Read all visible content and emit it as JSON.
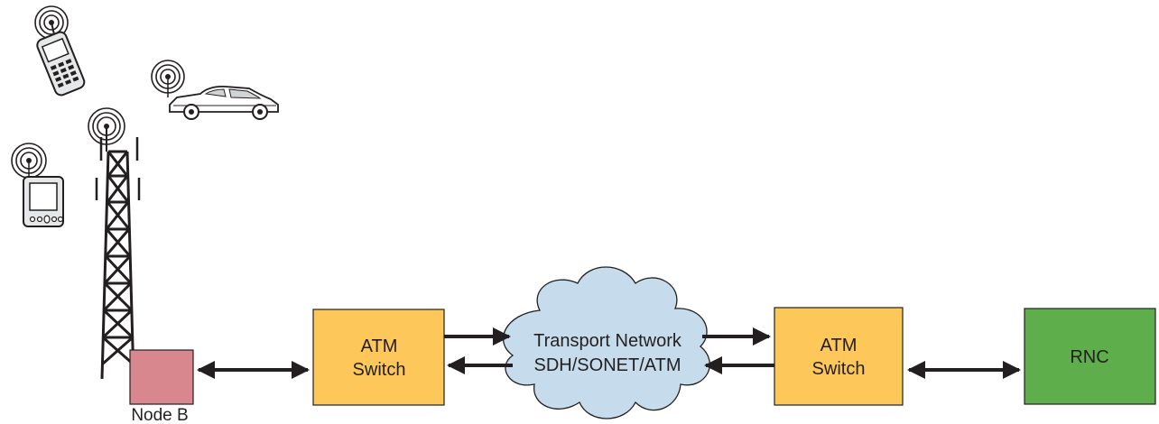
{
  "nodes": {
    "node_b": {
      "label": "Node B",
      "color": "#d8878f"
    },
    "atm_switch_left": {
      "line1": "ATM",
      "line2": "Switch",
      "color": "#fdc75a"
    },
    "transport_network": {
      "line1": "Transport Network",
      "line2": "SDH/SONET/ATM",
      "color": "#c6dcec"
    },
    "atm_switch_right": {
      "line1": "ATM",
      "line2": "Switch",
      "color": "#fdc75a"
    },
    "rnc": {
      "label": "RNC",
      "color": "#5fae4c"
    }
  },
  "devices": {
    "phone": "mobile-phone-icon",
    "car": "car-icon",
    "pda": "pda-icon",
    "tower": "antenna-tower-icon"
  }
}
